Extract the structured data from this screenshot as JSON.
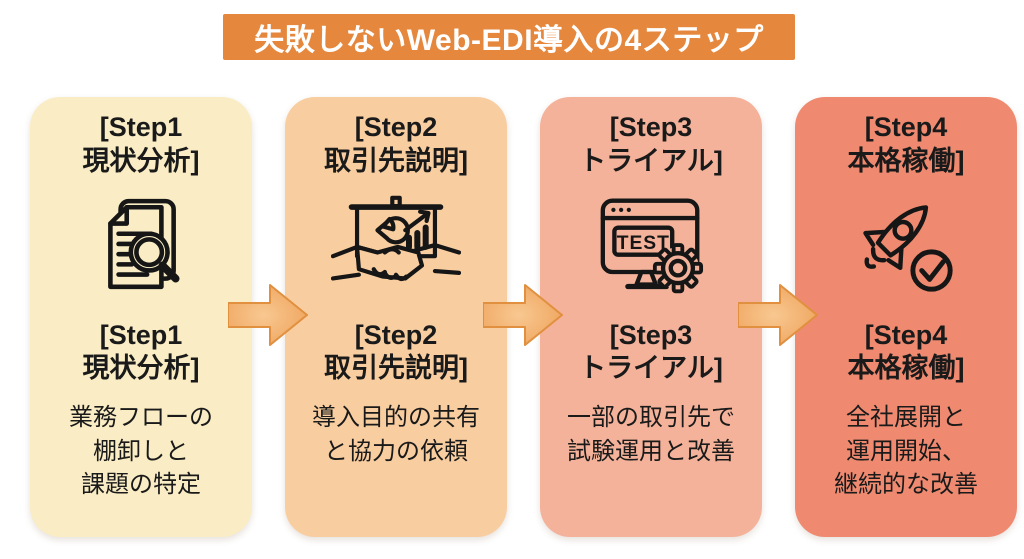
{
  "banner": {
    "title": "失敗しないWeb-EDI導入の4ステップ",
    "bg_color": "#E5873C",
    "text_color": "#FFFFFF"
  },
  "steps": [
    {
      "title": "[Step1\n現状分析]",
      "description": "業務フローの\n棚卸しと\n課題の特定",
      "icon": "document-magnifier-icon",
      "bg_color": "#FAEDC5"
    },
    {
      "title": "[Step2\n取引先説明]",
      "description": "導入目的の共有\nと協力の依頼",
      "icon": "presentation-handshake-icon",
      "bg_color": "#F8CDA0"
    },
    {
      "title": "[Step3\nトライアル]",
      "description": "一部の取引先で\n試験運用と改善",
      "icon": "test-browser-gear-icon",
      "icon_label": "TEST",
      "bg_color": "#F4B29A"
    },
    {
      "title": "[Step4\n本格稼働]",
      "description": "全社展開と\n運用開始、\n継続的な改善",
      "icon": "rocket-check-icon",
      "bg_color": "#EF8A70"
    }
  ],
  "arrows": {
    "icon": "right-arrow-icon",
    "count": 3,
    "fill_center": "#F8C891",
    "fill_edge": "#EEA057",
    "border_color": "#E0903F"
  }
}
